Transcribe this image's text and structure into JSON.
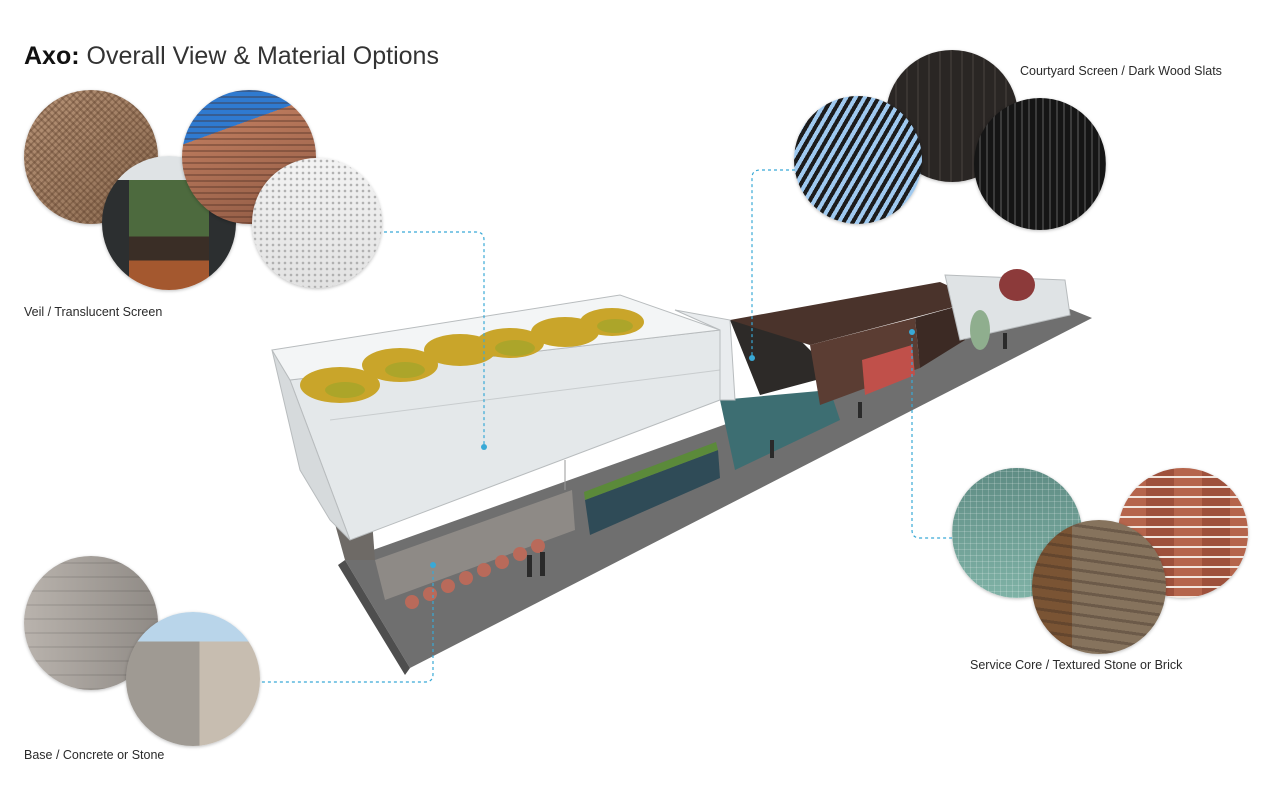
{
  "title": {
    "prefix": "Axo:",
    "rest": " Overall View & Material Options"
  },
  "materials": {
    "veil": "Veil / Translucent Screen",
    "courtyard": "Courtyard Screen / Dark Wood Slats",
    "service": "Service Core / Textured Stone or Brick",
    "base": "Base / Concrete or Stone"
  },
  "colors": {
    "leader": "#39a9d6"
  }
}
